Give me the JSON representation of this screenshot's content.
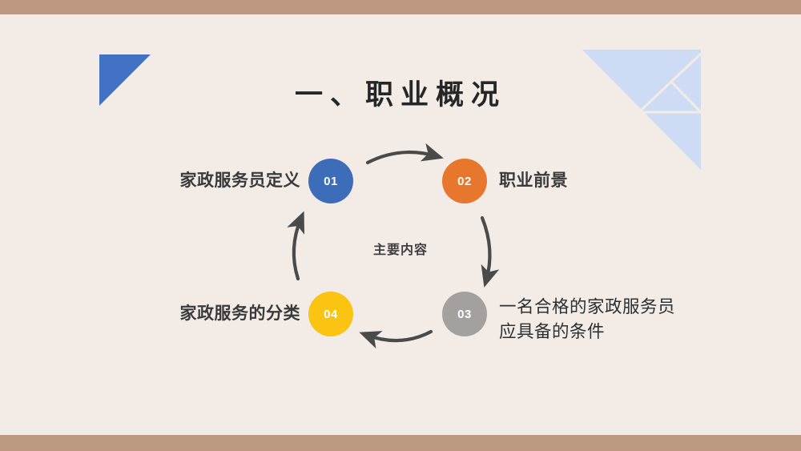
{
  "slide": {
    "background_color": "#f2ebe6",
    "accent_bar_color": "#bd9881",
    "title": "一、职业概况",
    "center_label": "主要内容"
  },
  "decorations": [
    {
      "name": "triangle-blue-solid",
      "color": "#4272c4"
    },
    {
      "name": "triangle-tangram-light",
      "color": "#cddcf4"
    }
  ],
  "diagram": {
    "type": "cycle",
    "center_label": "主要内容",
    "nodes": [
      {
        "number": "01",
        "label": "家政服务员定义",
        "color": "#3d6cb9",
        "position": "top-left"
      },
      {
        "number": "02",
        "label": "职业前景",
        "color": "#e8772e",
        "position": "top-right"
      },
      {
        "number": "03",
        "label": "一名合格的家政服务员应具备的条件",
        "color": "#a3a09e",
        "position": "bottom-right"
      },
      {
        "number": "04",
        "label": "家政服务的分类",
        "color": "#fbc312",
        "position": "bottom-left"
      }
    ],
    "arrows": [
      {
        "name": "arrow-01-to-02",
        "direction": "right"
      },
      {
        "name": "arrow-02-to-03",
        "direction": "down"
      },
      {
        "name": "arrow-03-to-04",
        "direction": "left"
      },
      {
        "name": "arrow-04-to-01",
        "direction": "up"
      }
    ]
  }
}
